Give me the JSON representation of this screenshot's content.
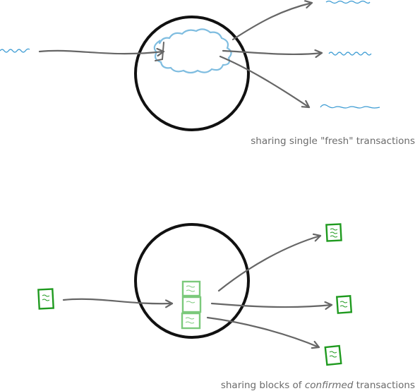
{
  "captions": {
    "top": "sharing single \"fresh\" transactions",
    "bottom_prefix": "sharing blocks of ",
    "bottom_emphasis": "confirmed",
    "bottom_suffix": " transactions"
  },
  "colors": {
    "outline": "#111111",
    "arrow": "#666666",
    "transaction_squiggle": "#3b9bd3",
    "mempool_cloud": "#7fbde0",
    "block_green": "#1f9a1f",
    "block_green_light": "#7bc97b",
    "caption_text": "#6b6b6b"
  },
  "icons": {
    "node": "circle-node-icon",
    "mempool": "cloud-icon",
    "transaction": "squiggle-icon",
    "block": "document-block-icon",
    "arrow": "hand-drawn-arrow-icon"
  }
}
